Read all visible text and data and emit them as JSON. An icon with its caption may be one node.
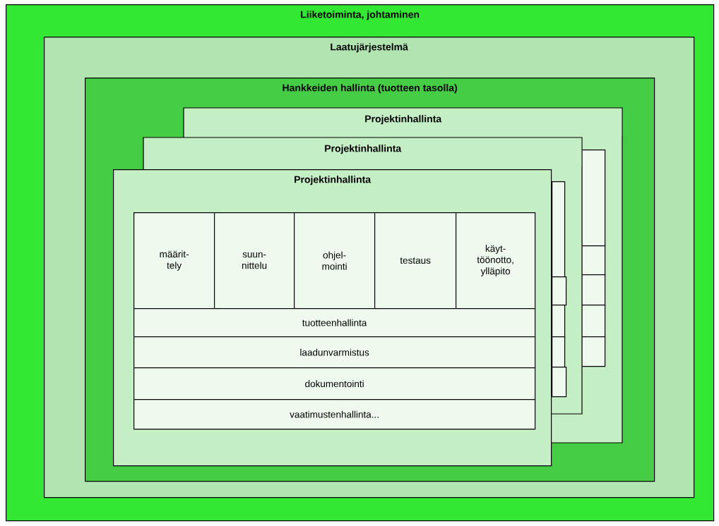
{
  "diagram": {
    "nodes": [
      {
        "text": [
          "Liiketoiminta, johtaminen"
        ]
      },
      {
        "text": [
          "Laatujärjestelmä"
        ],
        "in": 0
      },
      {
        "text": [
          "Hankkeiden hallinta (tuotteen tasolla)"
        ],
        "in": 1
      },
      {
        "text": [
          "Projektinhallinta"
        ],
        "in": 2
      },
      {
        "text": [],
        "shape": "box",
        "in": 2
      },
      {
        "text": [],
        "shape": "box",
        "in": 2
      },
      {
        "text": [],
        "shape": "box",
        "in": 2
      },
      {
        "text": [],
        "shape": "box",
        "in": 2
      },
      {
        "text": [],
        "shape": "box",
        "in": 2
      },
      {
        "text": [
          "Projektinhallinta"
        ],
        "in": 2
      },
      {
        "text": [],
        "shape": "box",
        "in": 2
      },
      {
        "text": [],
        "shape": "box",
        "in": 2
      },
      {
        "text": [],
        "shape": "box",
        "in": 2
      },
      {
        "text": [],
        "shape": "box",
        "in": 2
      },
      {
        "text": [],
        "shape": "box",
        "in": 2
      },
      {
        "text": [
          "Projektinhallinta"
        ],
        "in": 2
      },
      {
        "text": [
          "määrit- tely"
        ],
        "in": 15
      },
      {
        "text": [
          "suun- nittelu"
        ],
        "in": 15
      },
      {
        "text": [
          "ohjel- mointi"
        ],
        "in": 15
      },
      {
        "text": [
          "testaus"
        ],
        "in": 15
      },
      {
        "text": [
          "käyt- töönotto, ylläpito"
        ],
        "in": 15
      },
      {
        "text": [
          "tuotteenhallinta"
        ],
        "in": 15
      },
      {
        "text": [
          "laadunvarmistus"
        ],
        "in": 15
      },
      {
        "text": [
          "dokumentointi"
        ],
        "in": 15
      },
      {
        "text": [
          "vaatimustenhallinta..."
        ],
        "in": 15
      }
    ]
  }
}
